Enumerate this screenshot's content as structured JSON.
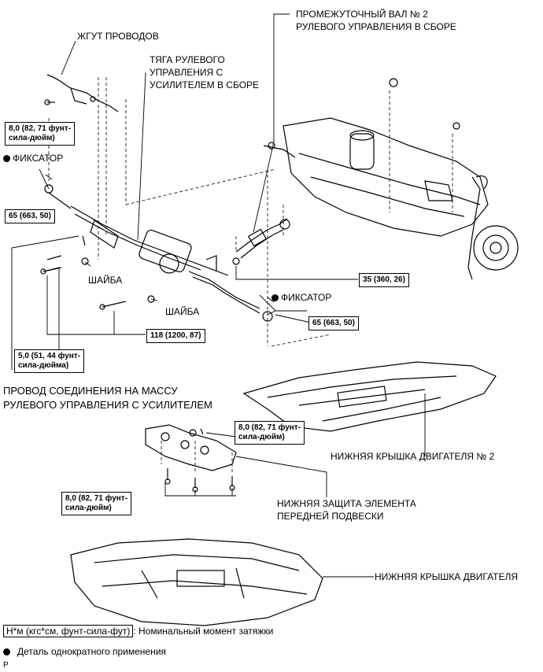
{
  "labels": {
    "harness": "ЖГУТ ПРОВОДОВ",
    "steering_link": "ТЯГА РУЛЕВОГО\nУПРАВЛЕНИЯ С\nУСИЛИТЕЛЕМ В СБОРЕ",
    "intermediate_shaft": "ПРОМЕЖУТОЧНЫЙ ВАЛ № 2\nРУЛЕВОГО УПРАВЛЕНИЯ В СБОРЕ",
    "retainer_left": "ФИКСАТОР",
    "retainer_right": "ФИКСАТОР",
    "washer_1": "ШАЙБА",
    "washer_2": "ШАЙБА",
    "ground_wire": "ПРОВОД СОЕДИНЕНИЯ НА МАССУ\nРУЛЕВОГО УПРАВЛЕНИЯ С УСИЛИТЕЛЕМ",
    "engine_cover_2": "НИЖНЯЯ КРЫШКА ДВИГАТЕЛЯ № 2",
    "suspension_guard": "НИЖНЯЯ ЗАЩИТА ЭЛЕМЕНТА\nПЕРЕДНЕЙ ПОДВЕСКИ",
    "engine_cover": "НИЖНЯЯ КРЫШКА ДВИГАТЕЛЯ"
  },
  "torques": {
    "harness_bolt": "8,0 (82, 71 фунт-\nсила-дюйм)",
    "tie_rod_left": "65 (663, 50)",
    "shaft_bolt": "35 (360, 26)",
    "tie_rod_right": "65 (663, 50)",
    "rack_bolt": "118 (1200, 87)",
    "ground_bolt": "5,0 (51, 44 фунт-\nсила-дюйма)",
    "guard_bolt_1": "8,0 (82, 71 фунт-\nсила-дюйм)",
    "guard_bolt_2": "8,0 (82, 71 фунт-\nсила-дюйм)"
  },
  "legend": {
    "torque_unit": "Н*м (кгс*см, фунт-сила-фут)",
    "torque_desc": ": Номинальный момент затяжки",
    "single_use": "Деталь однократного применения",
    "corner": "P"
  }
}
